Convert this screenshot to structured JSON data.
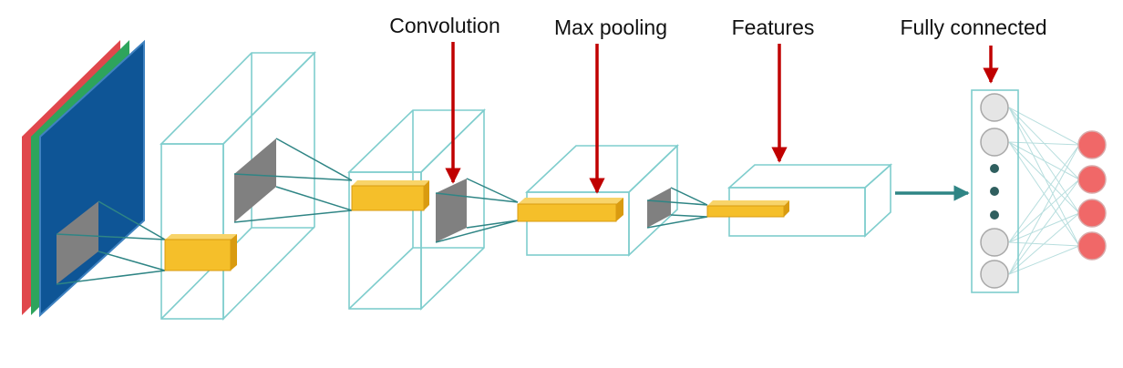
{
  "labels": {
    "convolution": "Convolution",
    "max_pooling": "Max pooling",
    "features": "Features",
    "fully_connected": "Fully connected"
  },
  "colors": {
    "image_blue": "#0e5596",
    "image_green": "#2ea45c",
    "image_red": "#e0474c",
    "block_outline": "#7fcdcd",
    "connector": "#2f8585",
    "kernel_gray": "#808080",
    "patch_yellow": "#f5bf2a",
    "arrow_red": "#c00000",
    "node_gray": "#e5e5e5",
    "output_red": "#f06868"
  },
  "layers": [
    "input-image",
    "convolution-block-1",
    "pooling-block-1",
    "convolution-block-2",
    "feature-block",
    "fully-connected-layer",
    "output-layer"
  ]
}
